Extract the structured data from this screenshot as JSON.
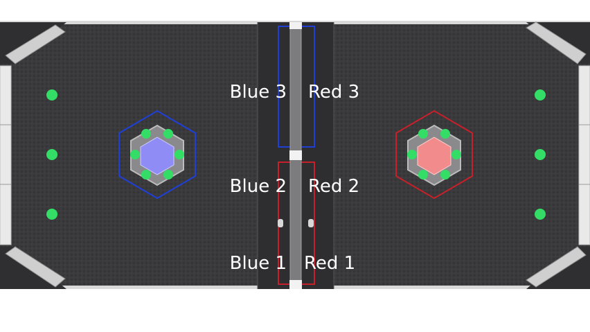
{
  "field": {
    "colors": {
      "carpet": "#3a3a3c",
      "wall": "#e8e8e8",
      "blue_alliance": "#1f3fd6",
      "red_alliance": "#c8202a",
      "power_cell": "#33dd66",
      "blue_goal_fill": "#8f8cf5",
      "red_goal_fill": "#f28b8b"
    }
  },
  "stations": {
    "blue": [
      {
        "label": "Blue 3"
      },
      {
        "label": "Blue 2"
      },
      {
        "label": "Blue 1"
      }
    ],
    "red": [
      {
        "label": "Red 3"
      },
      {
        "label": "Red 2"
      },
      {
        "label": "Red 1"
      }
    ]
  }
}
